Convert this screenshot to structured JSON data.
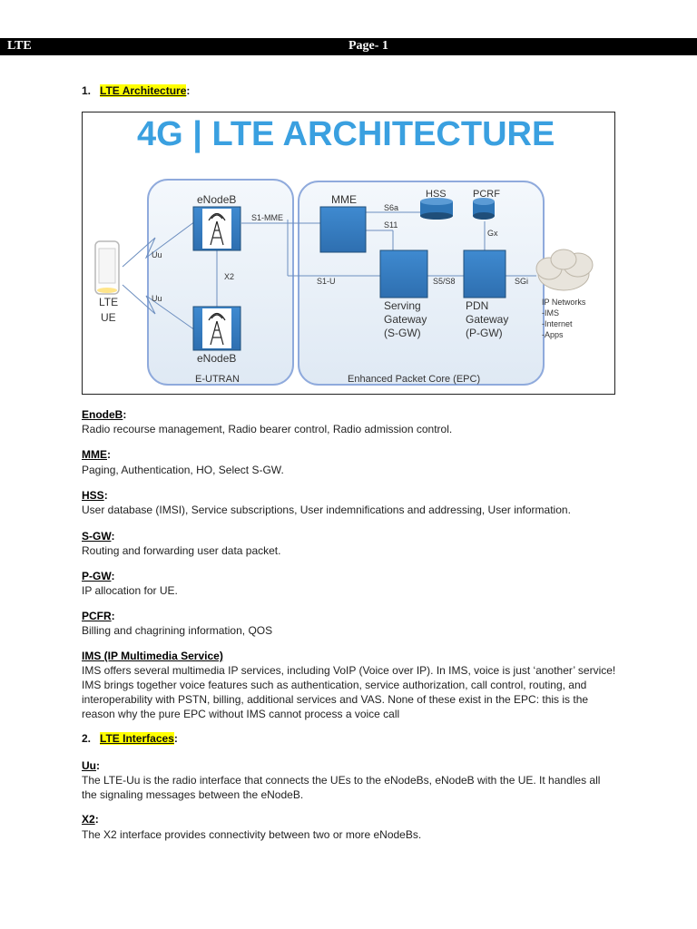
{
  "header": {
    "left": "LTE",
    "center": "Page- 1"
  },
  "section1": {
    "number": "1.",
    "title": "LTE Architecture",
    "colon": ":"
  },
  "diagram": {
    "title": "4G | LTE ARCHITECTURE",
    "enodeb_top": "eNodeB",
    "enodeb_bottom": "eNodeB",
    "mme": "MME",
    "hss": "HSS",
    "pcrf": "PCRF",
    "s6a": "S6a",
    "s11": "S11",
    "s1_mme": "S1-MME",
    "gx": "Gx",
    "x2": "X2",
    "uu_top": "Uu",
    "uu_bottom": "Uu",
    "s1_u": "S1-U",
    "s5_s8": "S5/S8",
    "sgi": "SGi",
    "ue_line1": "LTE",
    "ue_line2": "UE",
    "sgw_line1": "Serving",
    "sgw_line2": "Gateway",
    "sgw_line3": "(S-GW)",
    "pgw_line1": "PDN",
    "pgw_line2": "Gateway",
    "pgw_line3": "(P-GW)",
    "ip_line1": "IP Networks",
    "ip_line2": "-IMS",
    "ip_line3": "-Internet",
    "ip_line4": "-Apps",
    "eutran": "E-UTRAN",
    "epc": "Enhanced Packet Core (EPC)",
    "colors": {
      "title": "#3aa0e0",
      "node": "#2e75b6",
      "node_dark": "#1f4e79",
      "region": "#8faadc"
    }
  },
  "entries": [
    {
      "term": "EnodeB",
      "desc": "Radio recourse management, Radio bearer control, Radio admission control."
    },
    {
      "term": "MME",
      "desc": "Paging, Authentication, HO, Select S-GW."
    },
    {
      "term": "HSS",
      "desc": "User database (IMSI), Service subscriptions, User indemnifications and addressing, User information."
    },
    {
      "term": "S-GW",
      "desc": "Routing and forwarding user data packet."
    },
    {
      "term": "P-GW",
      "desc": "IP allocation for UE."
    },
    {
      "term": "PCFR",
      "desc": "Billing and chagrining information, QOS"
    },
    {
      "term": "IMS (IP Multimedia Service)",
      "desc": "IMS offers several multimedia IP services, including VoIP (Voice over IP). In IMS, voice is just ‘another’ service! IMS brings together voice features such as authentication, service authorization, call control, routing, and interoperability with PSTN, billing, additional services and VAS. None of these exist in the EPC: this is the reason why the pure EPC without IMS cannot process a voice call"
    }
  ],
  "section2": {
    "number": "2.",
    "title": "LTE Interfaces",
    "colon": ":"
  },
  "interfaces": [
    {
      "term": "Uu",
      "desc": "The LTE-Uu is the radio interface that connects the UEs to the eNodeBs, eNodeB with the UE. It handles all the signaling messages between the eNodeB."
    },
    {
      "term": "X2",
      "desc": "The X2 interface provides connectivity between two or more eNodeBs."
    }
  ]
}
